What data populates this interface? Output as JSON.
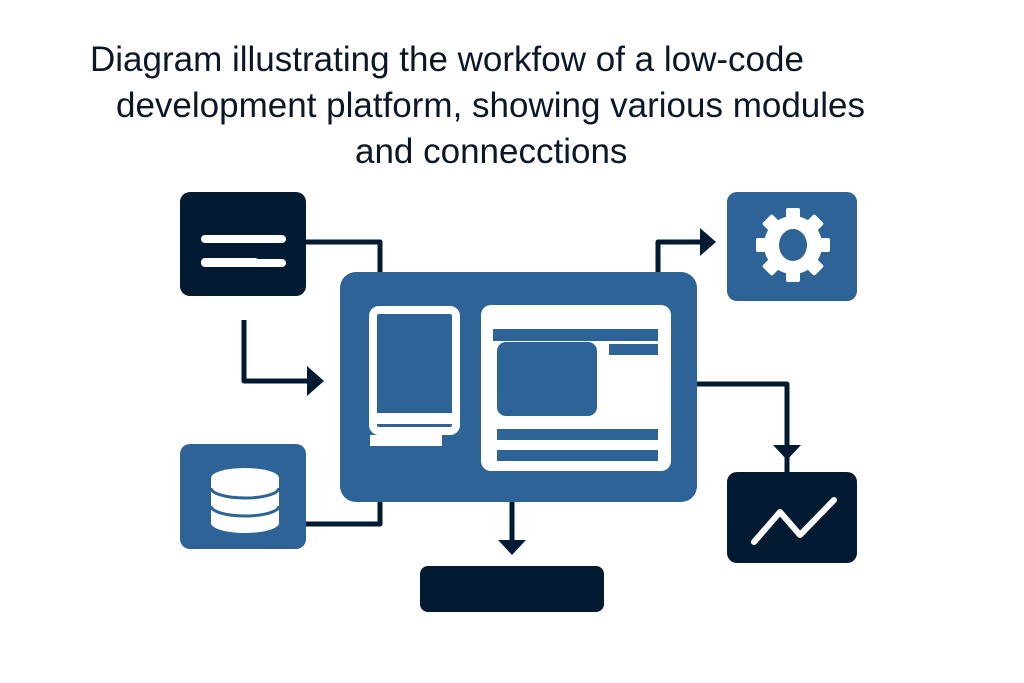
{
  "title": {
    "lines": [
      "Diagram illustrating the workfow of a low-code",
      "development platform, showing various modules",
      "and conneccti​ons"
    ]
  },
  "colors": {
    "dark": "#031a33",
    "blue": "#2d6397",
    "white": "#ffffff"
  },
  "modules": [
    "document-module",
    "database-module",
    "central-builder",
    "settings-module",
    "analytics-module",
    "output-module"
  ]
}
